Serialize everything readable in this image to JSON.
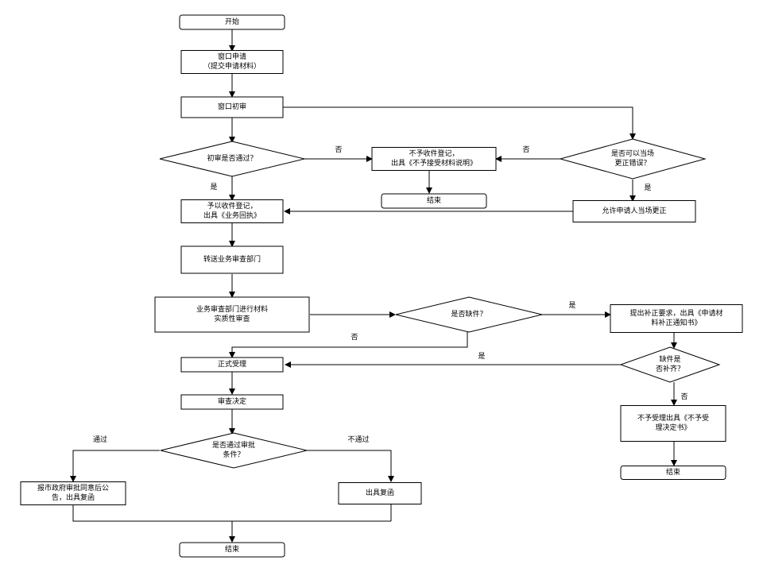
{
  "nodes": {
    "start": [
      "开始"
    ],
    "apply": [
      "窗口申请",
      "（提交申请材料）"
    ],
    "precheck": [
      "窗口初审"
    ],
    "pass_q": [
      "初审是否通过？"
    ],
    "not_accept": [
      "不予收件登记，",
      "出具《不予接受材料说明》"
    ],
    "fixable_q": [
      "是否可以当场",
      "更正错误？"
    ],
    "end1": [
      "结束"
    ],
    "accept": [
      "予以收件登记，",
      "出具《业务回执》"
    ],
    "allow_fix": [
      "允许申请人当场更正"
    ],
    "transfer": [
      "转送业务审查部门"
    ],
    "review": [
      "业务审查部门进行材料",
      "实质性审查"
    ],
    "missing_q": [
      "是否缺件？"
    ],
    "supplement": [
      "提出补正要求，出具《申请材",
      "料补正通知书》"
    ],
    "complete_q": [
      "缺件是",
      "否补齐？"
    ],
    "formal": [
      "正式受理"
    ],
    "decide": [
      "审查决定"
    ],
    "approve_q": [
      "是否通过审批",
      "条件？"
    ],
    "reject_accept": [
      "不予受理出具《不予受",
      "理决定书》"
    ],
    "end2": [
      "结束"
    ],
    "report": [
      "报市政府审批同意后公",
      "告，出具复函"
    ],
    "reply": [
      "出具复函"
    ],
    "end3": [
      "结束"
    ]
  },
  "edge_labels": {
    "pass_no": "否",
    "fix_no": "否",
    "pass_yes": "是",
    "fix_yes": "是",
    "missing_yes": "是",
    "missing_no": "否",
    "complete_yes": "是",
    "complete_no": "否",
    "approve_pass": "通过",
    "approve_fail": "不通过"
  }
}
